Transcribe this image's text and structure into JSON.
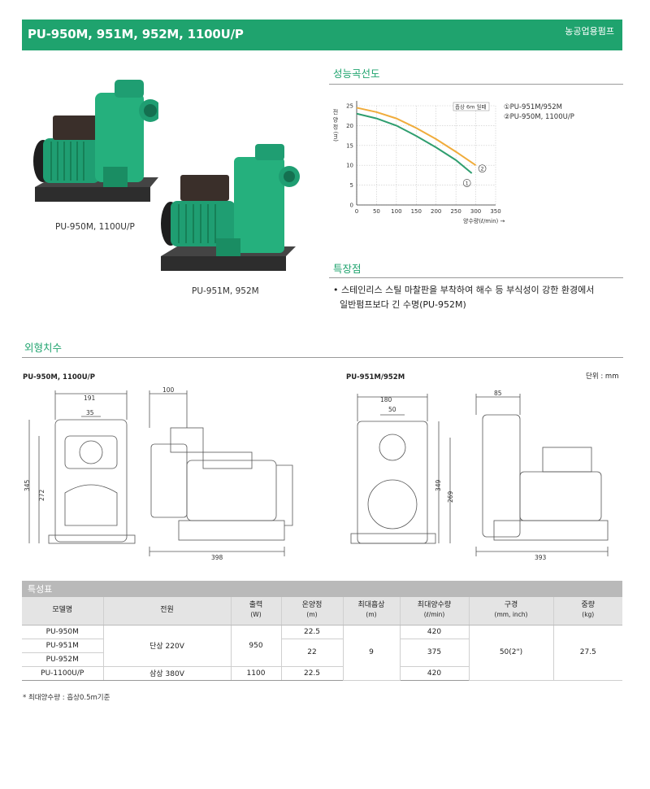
{
  "header": {
    "title": "PU-950M, 951M, 952M, 1100U/P",
    "category": "농공업용펌프"
  },
  "products": [
    {
      "caption": "PU-950M, 1100U/P"
    },
    {
      "caption": "PU-951M, 952M"
    }
  ],
  "performance": {
    "title": "성능곡선도",
    "legend": [
      "①PU-951M/952M",
      "②PU-950M, 1100U/P"
    ]
  },
  "chart_data": {
    "type": "line",
    "title": "성능곡선도",
    "xlabel": "양수량(ℓ/min) →",
    "ylabel": "전 양 정 (m)",
    "xlim": [
      0,
      350
    ],
    "ylim": [
      0,
      25
    ],
    "xticks": [
      0,
      50,
      100,
      150,
      200,
      250,
      300,
      350
    ],
    "yticks": [
      0,
      5,
      10,
      15,
      20,
      25
    ],
    "annotation": "흡상 6m 일때",
    "series": [
      {
        "name": "①PU-951M/952M",
        "marker": "1",
        "color": "#2f9e6f",
        "x": [
          0,
          50,
          100,
          150,
          200,
          250,
          290
        ],
        "y": [
          23,
          21.8,
          20,
          17.4,
          14.5,
          11.3,
          8
        ]
      },
      {
        "name": "②PU-950M, 1100U/P",
        "marker": "2",
        "color": "#f0ac3c",
        "x": [
          0,
          50,
          100,
          150,
          200,
          250,
          300
        ],
        "y": [
          24.5,
          23.4,
          21.8,
          19.4,
          16.6,
          13.4,
          10
        ]
      }
    ]
  },
  "features": {
    "title": "특장점",
    "items": [
      "• 스테인리스 스틸 마찰판을 부착하여 해수 등 부식성이 강한 환경에서",
      "일반펌프보다 긴 수명(PU-952M)"
    ]
  },
  "dimensions": {
    "title": "외형치수",
    "unit": "단위 : mm",
    "left": {
      "label": "PU-950M, 1100U/P",
      "w_top": "191",
      "inner": "35",
      "h1": "345",
      "h2": "272",
      "side_top": "100",
      "side_w": "398"
    },
    "right": {
      "label": "PU-951M/952M",
      "w_top": "180",
      "inner": "50",
      "h1": "349",
      "h2": "269",
      "side_top": "85",
      "side_w": "393"
    }
  },
  "spec": {
    "title": "특성표",
    "headers": [
      {
        "label": "모델명",
        "unit": ""
      },
      {
        "label": "전원",
        "unit": ""
      },
      {
        "label": "출력",
        "unit": "(W)"
      },
      {
        "label": "온양정",
        "unit": "(m)"
      },
      {
        "label": "최대흡상",
        "unit": "(m)"
      },
      {
        "label": "최대양수량",
        "unit": "(ℓ/min)"
      },
      {
        "label": "구경",
        "unit": "(mm, inch)"
      },
      {
        "label": "중량",
        "unit": "(kg)"
      }
    ],
    "models": [
      "PU-950M",
      "PU-951M",
      "PU-952M",
      "PU-1100U/P"
    ],
    "power_single": "단상 220V",
    "power_three": "삼상 380V",
    "output_950": "950",
    "output_1100": "1100",
    "head_a": "22.5",
    "head_b": "22",
    "head_c": "22.5",
    "suction": "9",
    "flow_a": "420",
    "flow_b": "375",
    "flow_c": "420",
    "bore": "50(2\")",
    "weight": "27.5"
  },
  "footnote": "* 최대양수량 : 흡상0.5m기준"
}
